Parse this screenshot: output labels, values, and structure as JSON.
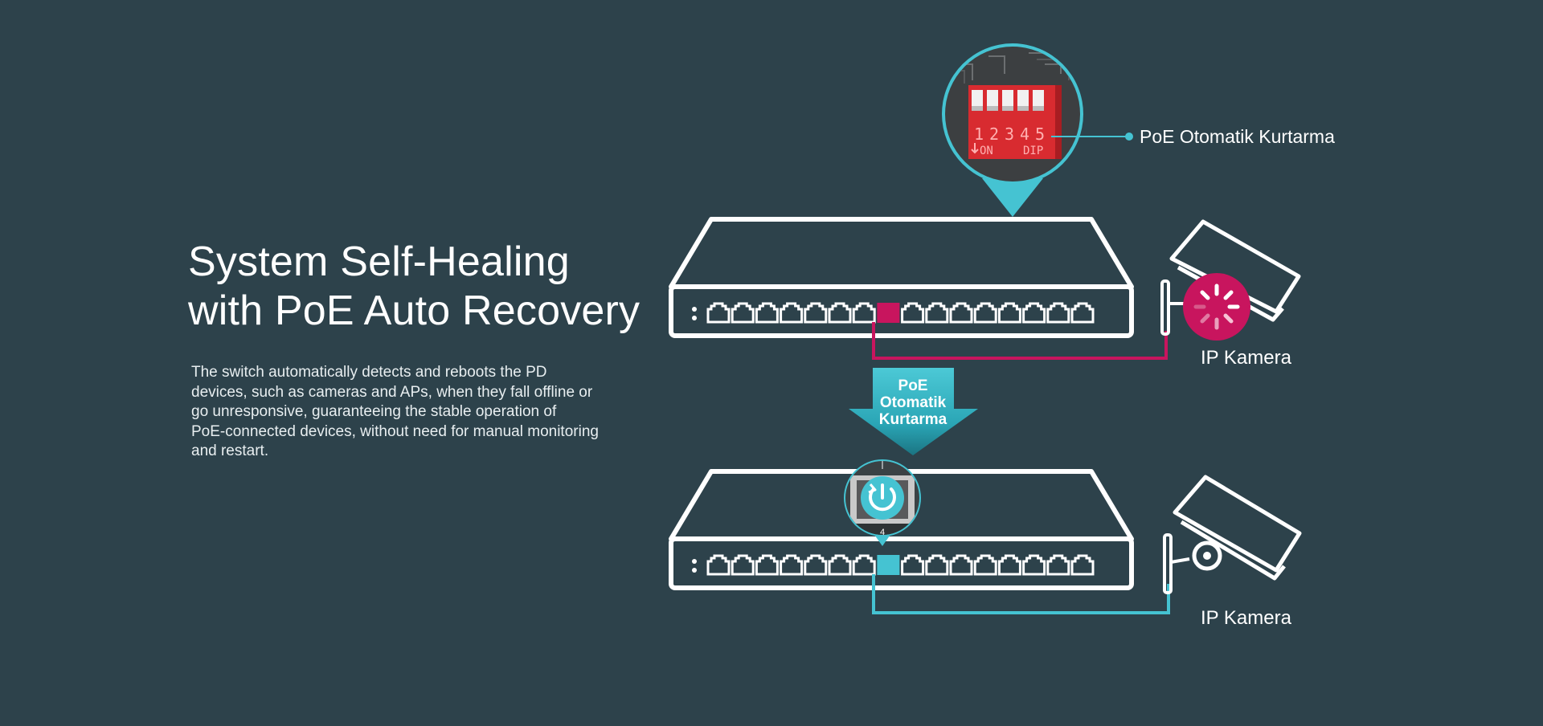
{
  "headline": {
    "line1": "System Self-Healing",
    "line2": "with PoE Auto Recovery"
  },
  "description": {
    "line1": "The switch automatically detects and reboots the PD",
    "line2": "devices, such as cameras and APs, when they fall offline or",
    "line3": "go unresponsive, guaranteeing the stable operation of",
    "line4": "PoE-connected devices, without need for manual monitoring",
    "line5": "and restart."
  },
  "callout": {
    "label": "PoE Otomatik Kurtarma",
    "dip_numbers": [
      "1",
      "2",
      "3",
      "4",
      "5"
    ],
    "dip_on": "ON",
    "dip_text": "DIP"
  },
  "arrow": {
    "line1": "PoE",
    "line2": "Otomatik",
    "line3": "Kurtarma"
  },
  "port_zoom": {
    "port_number": "4"
  },
  "cameras": {
    "top_label": "IP Kamera",
    "bottom_label": "IP Kamera"
  },
  "colors": {
    "background": "#2d424b",
    "accent_cyan": "#45c3d2",
    "accent_magenta": "#c8155e",
    "dip_red": "#d82b30",
    "outline": "#ffffff"
  },
  "icons": {
    "switch": "network-switch-icon",
    "camera": "ip-camera-icon",
    "loading": "loading-spinner-icon",
    "restart": "power-restart-icon"
  }
}
